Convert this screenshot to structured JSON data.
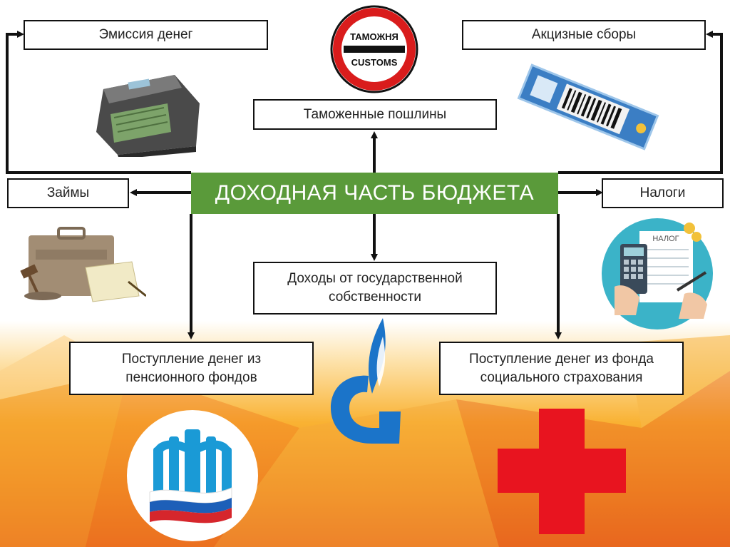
{
  "center": "ДОХОДНАЯ ЧАСТЬ БЮДЖЕТА",
  "boxes": {
    "emission": "Эмиссия денег",
    "excise": "Акцизные сборы",
    "customs": "Таможенные пошлины",
    "loans": "Займы",
    "taxes": "Налоги",
    "state_property": "Доходы от государственной собственности",
    "pension": "Поступление денег из пенсионного фондов",
    "social": "Поступление денег из фонда социального страхования"
  },
  "customs_sign": {
    "top": "ТАМОЖНЯ",
    "bottom": "CUSTOMS"
  },
  "tax_sheet_label": "НАЛОГ"
}
